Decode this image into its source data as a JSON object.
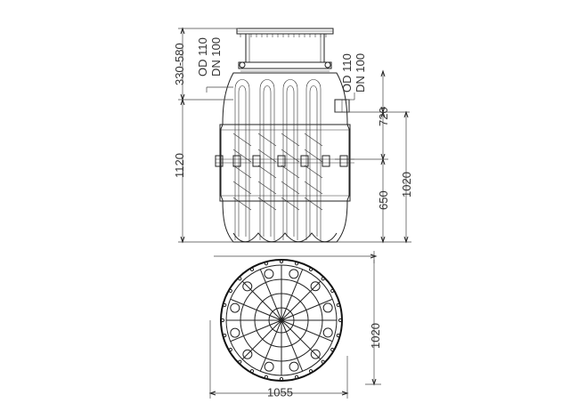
{
  "labels": {
    "left_depth": "330-580",
    "left_od": "OD 110",
    "left_dn": "DN 100",
    "left_height": "1120",
    "right_od": "OD 110",
    "right_dn": "DN 100",
    "right_720": "720",
    "right_650": "650",
    "right_1020": "1020",
    "plan_height": "1020",
    "plan_width": "1055"
  }
}
